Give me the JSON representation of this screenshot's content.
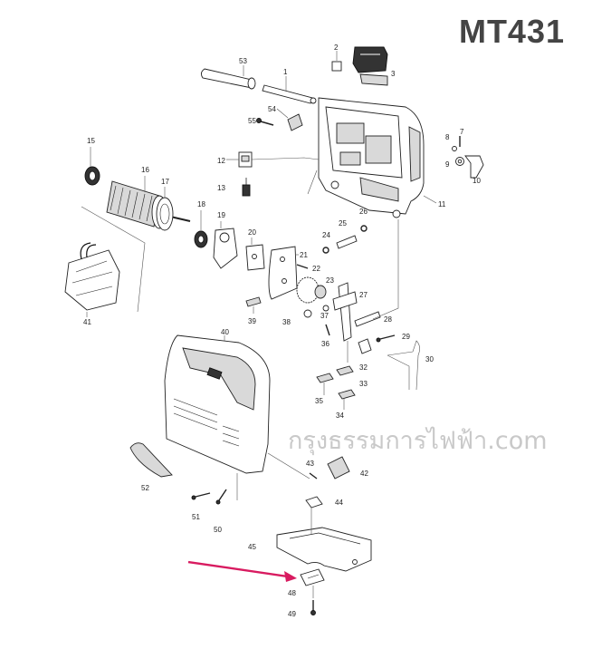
{
  "title": "MT431",
  "watermark": "กรุงธรรมการไฟฟ้า.com",
  "colors": {
    "arrow": "#d81b60",
    "title": "#444444",
    "watermark": "#c9c9c9"
  },
  "part_numbers": [
    "1",
    "2",
    "3",
    "7",
    "8",
    "9",
    "10",
    "11",
    "12",
    "13",
    "15",
    "16",
    "17",
    "18",
    "19",
    "20",
    "21",
    "22",
    "23",
    "24",
    "25",
    "26",
    "27",
    "28",
    "29",
    "30",
    "32",
    "33",
    "34",
    "35",
    "36",
    "37",
    "38",
    "39",
    "40",
    "41",
    "42",
    "43",
    "44",
    "45",
    "48",
    "49",
    "50",
    "51",
    "52",
    "53",
    "54",
    "55"
  ]
}
